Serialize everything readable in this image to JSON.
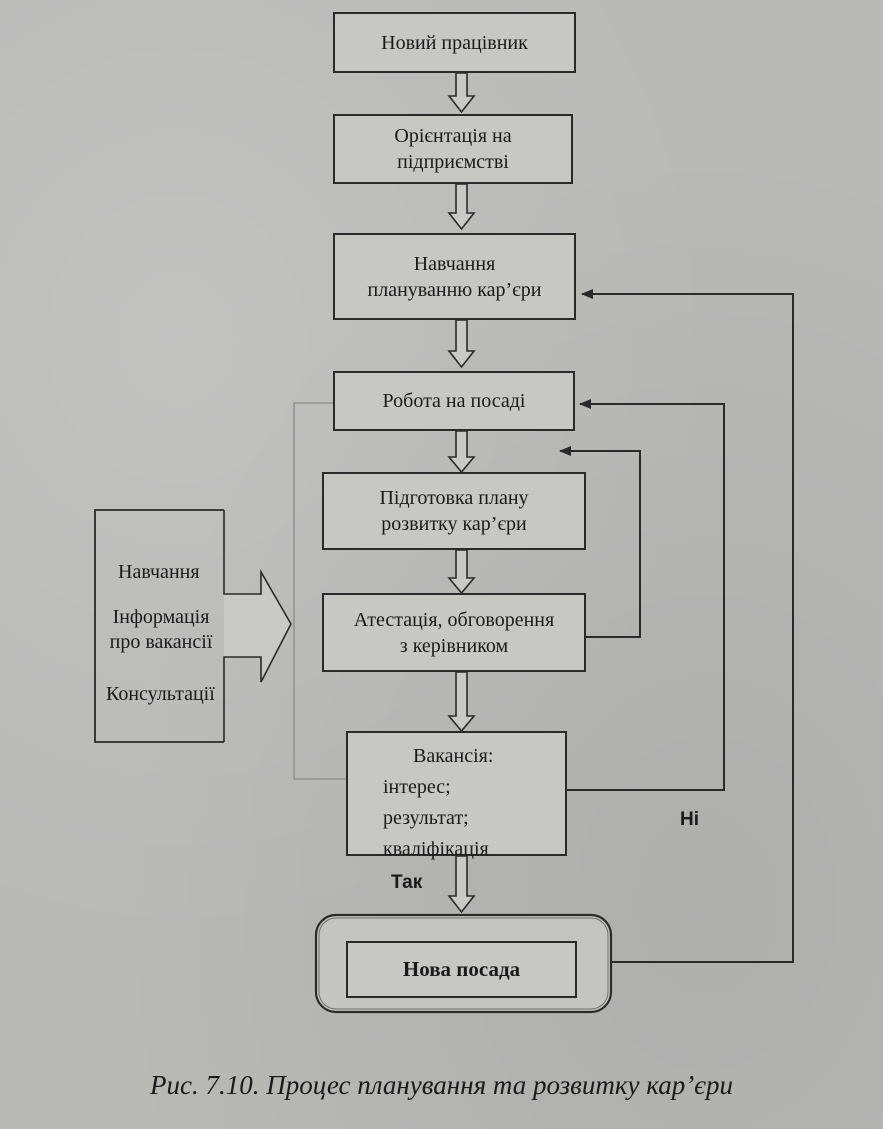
{
  "diagram": {
    "nodes": {
      "new_employee": "Новий працівник",
      "orientation": [
        "Орієнтація на",
        "підприємстві"
      ],
      "career_training": [
        "Навчання",
        "плануванню кар’єри"
      ],
      "work_position": "Робота на посаді",
      "plan_prep": [
        "Підготовка плану",
        "розвитку кар’єри"
      ],
      "appraisal": [
        "Атестація, обговорення",
        "з керівником"
      ],
      "vacancy": {
        "title": "Вакансія:",
        "items": [
          "інтерес;",
          "результат;",
          "кваліфікація"
        ]
      },
      "new_position": "Нова посада"
    },
    "support": {
      "training": "Навчання",
      "info": [
        "Інформація",
        "про вакансії"
      ],
      "consult": "Консультації"
    },
    "labels": {
      "yes": "Так",
      "no": "Ні"
    }
  },
  "caption": "Рис. 7.10. Процес планування та розвитку кар’єри"
}
